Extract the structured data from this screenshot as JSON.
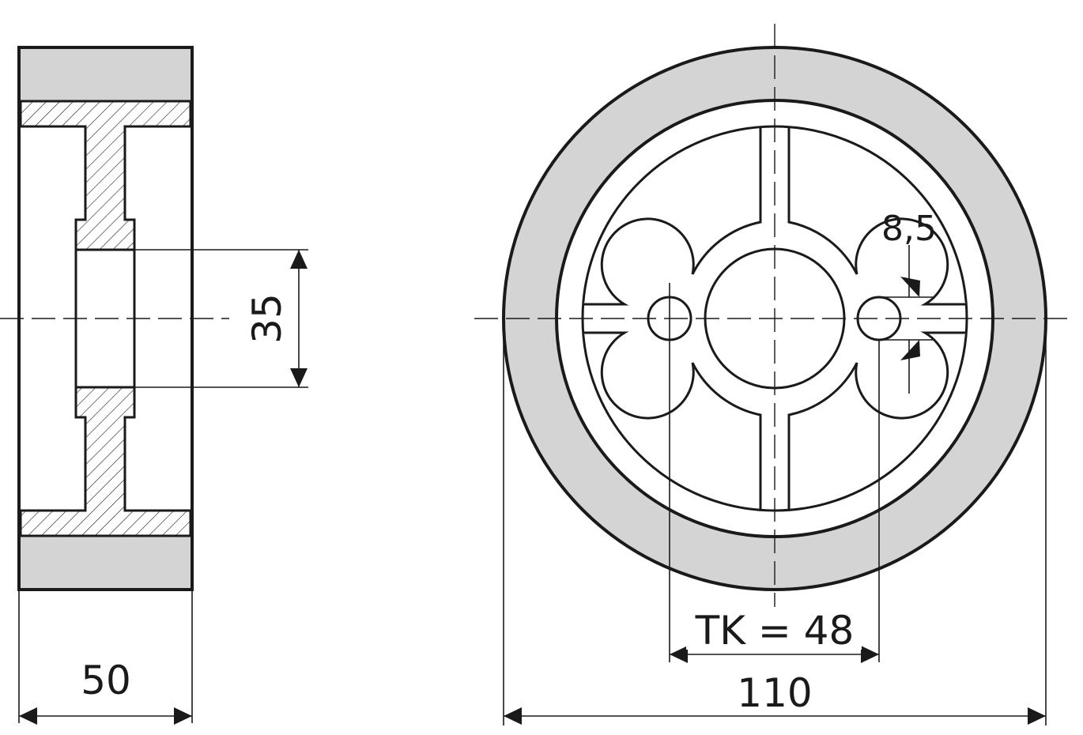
{
  "dimensions": {
    "width": "50",
    "bore": "35",
    "outer_diameter": "110",
    "bolt_circle": "TK = 48",
    "hole_diameter": "8,5"
  },
  "colors": {
    "tyre": "#d4d4d4",
    "line": "#1a1a1a",
    "background": "#ffffff"
  }
}
